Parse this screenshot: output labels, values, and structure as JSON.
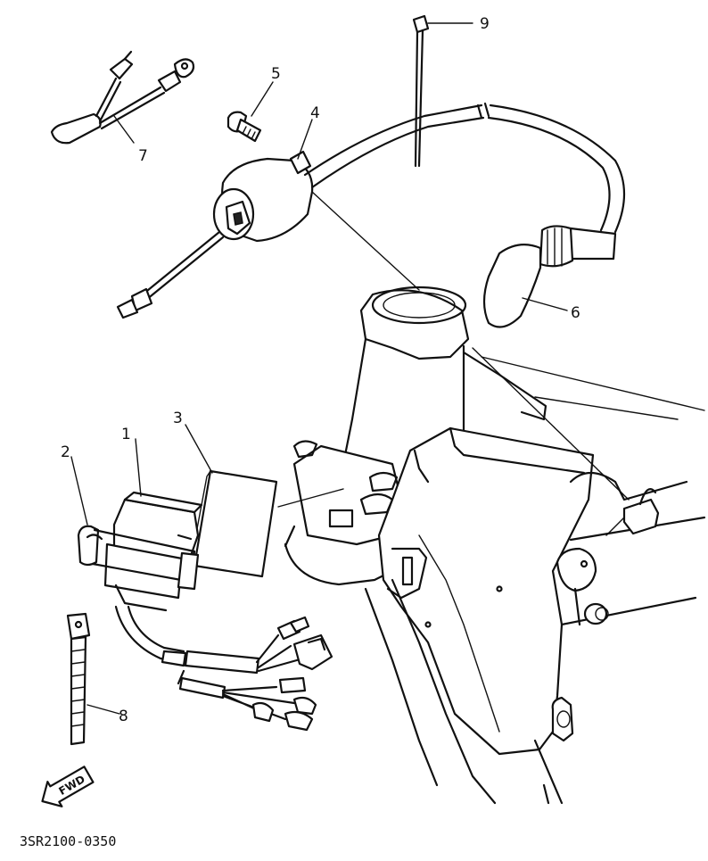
{
  "callouts": {
    "c1": "1",
    "c2": "2",
    "c3": "3",
    "c4": "4",
    "c5": "5",
    "c6": "6",
    "c7": "7",
    "c8": "8",
    "c9": "9"
  },
  "direction_badge": "FWD",
  "drawing_code": "3SR2100-0350"
}
